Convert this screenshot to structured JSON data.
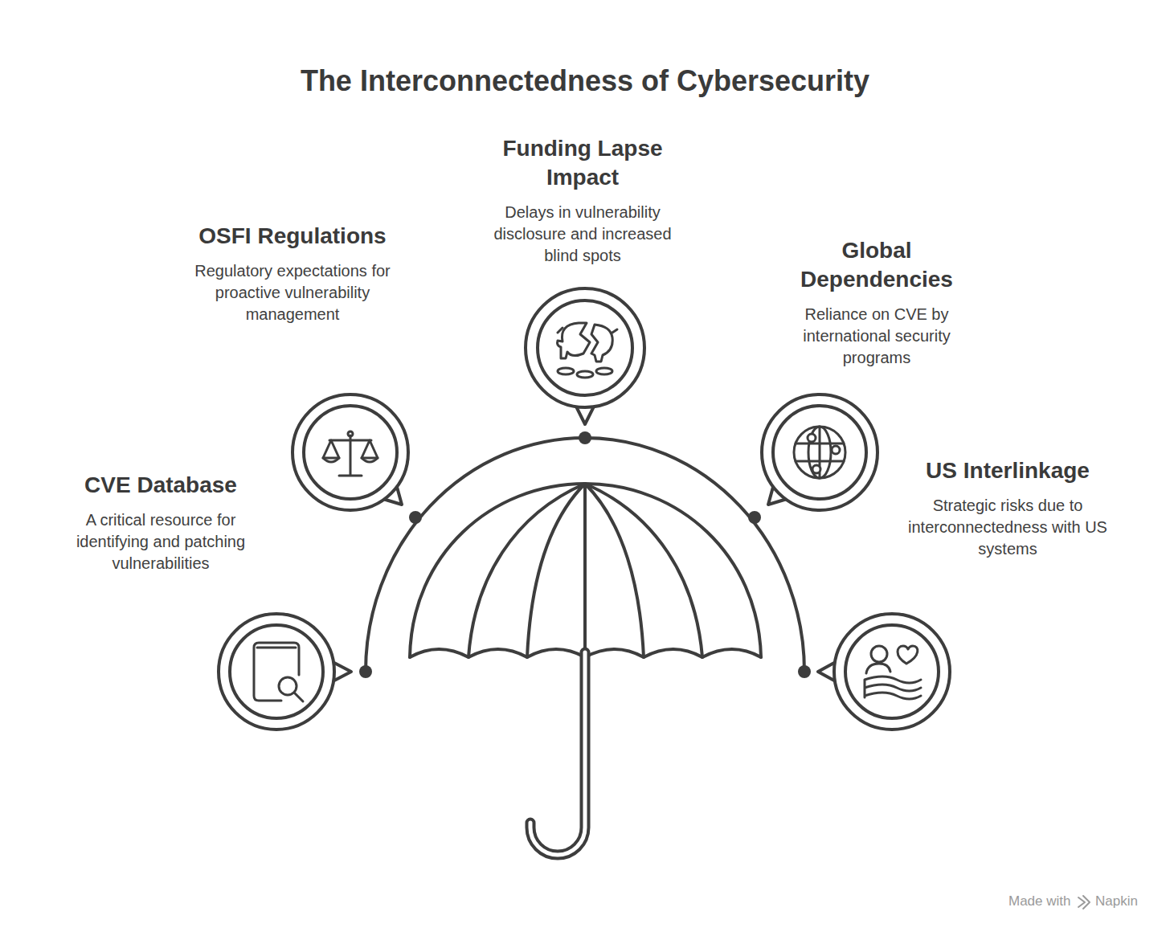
{
  "diagram": {
    "title": "The Interconnectedness of Cybersecurity",
    "nodes": [
      {
        "text": [
          "CVE Database",
          "A critical resource for identifying and patching vulnerabilities"
        ]
      },
      {
        "text": [
          "OSFI Regulations",
          "Regulatory expectations for proactive vulnerability management"
        ]
      },
      {
        "text": [
          "Funding Lapse Impact",
          "Delays in vulnerability disclosure and increased blind spots"
        ]
      },
      {
        "text": [
          "Global Dependencies",
          "Reliance on CVE by international security programs"
        ]
      },
      {
        "text": [
          "US Interlinkage",
          "Strategic risks due to interconnectedness with US systems"
        ]
      }
    ],
    "edges": [],
    "labels": [
      "Made with",
      "Napkin"
    ]
  }
}
